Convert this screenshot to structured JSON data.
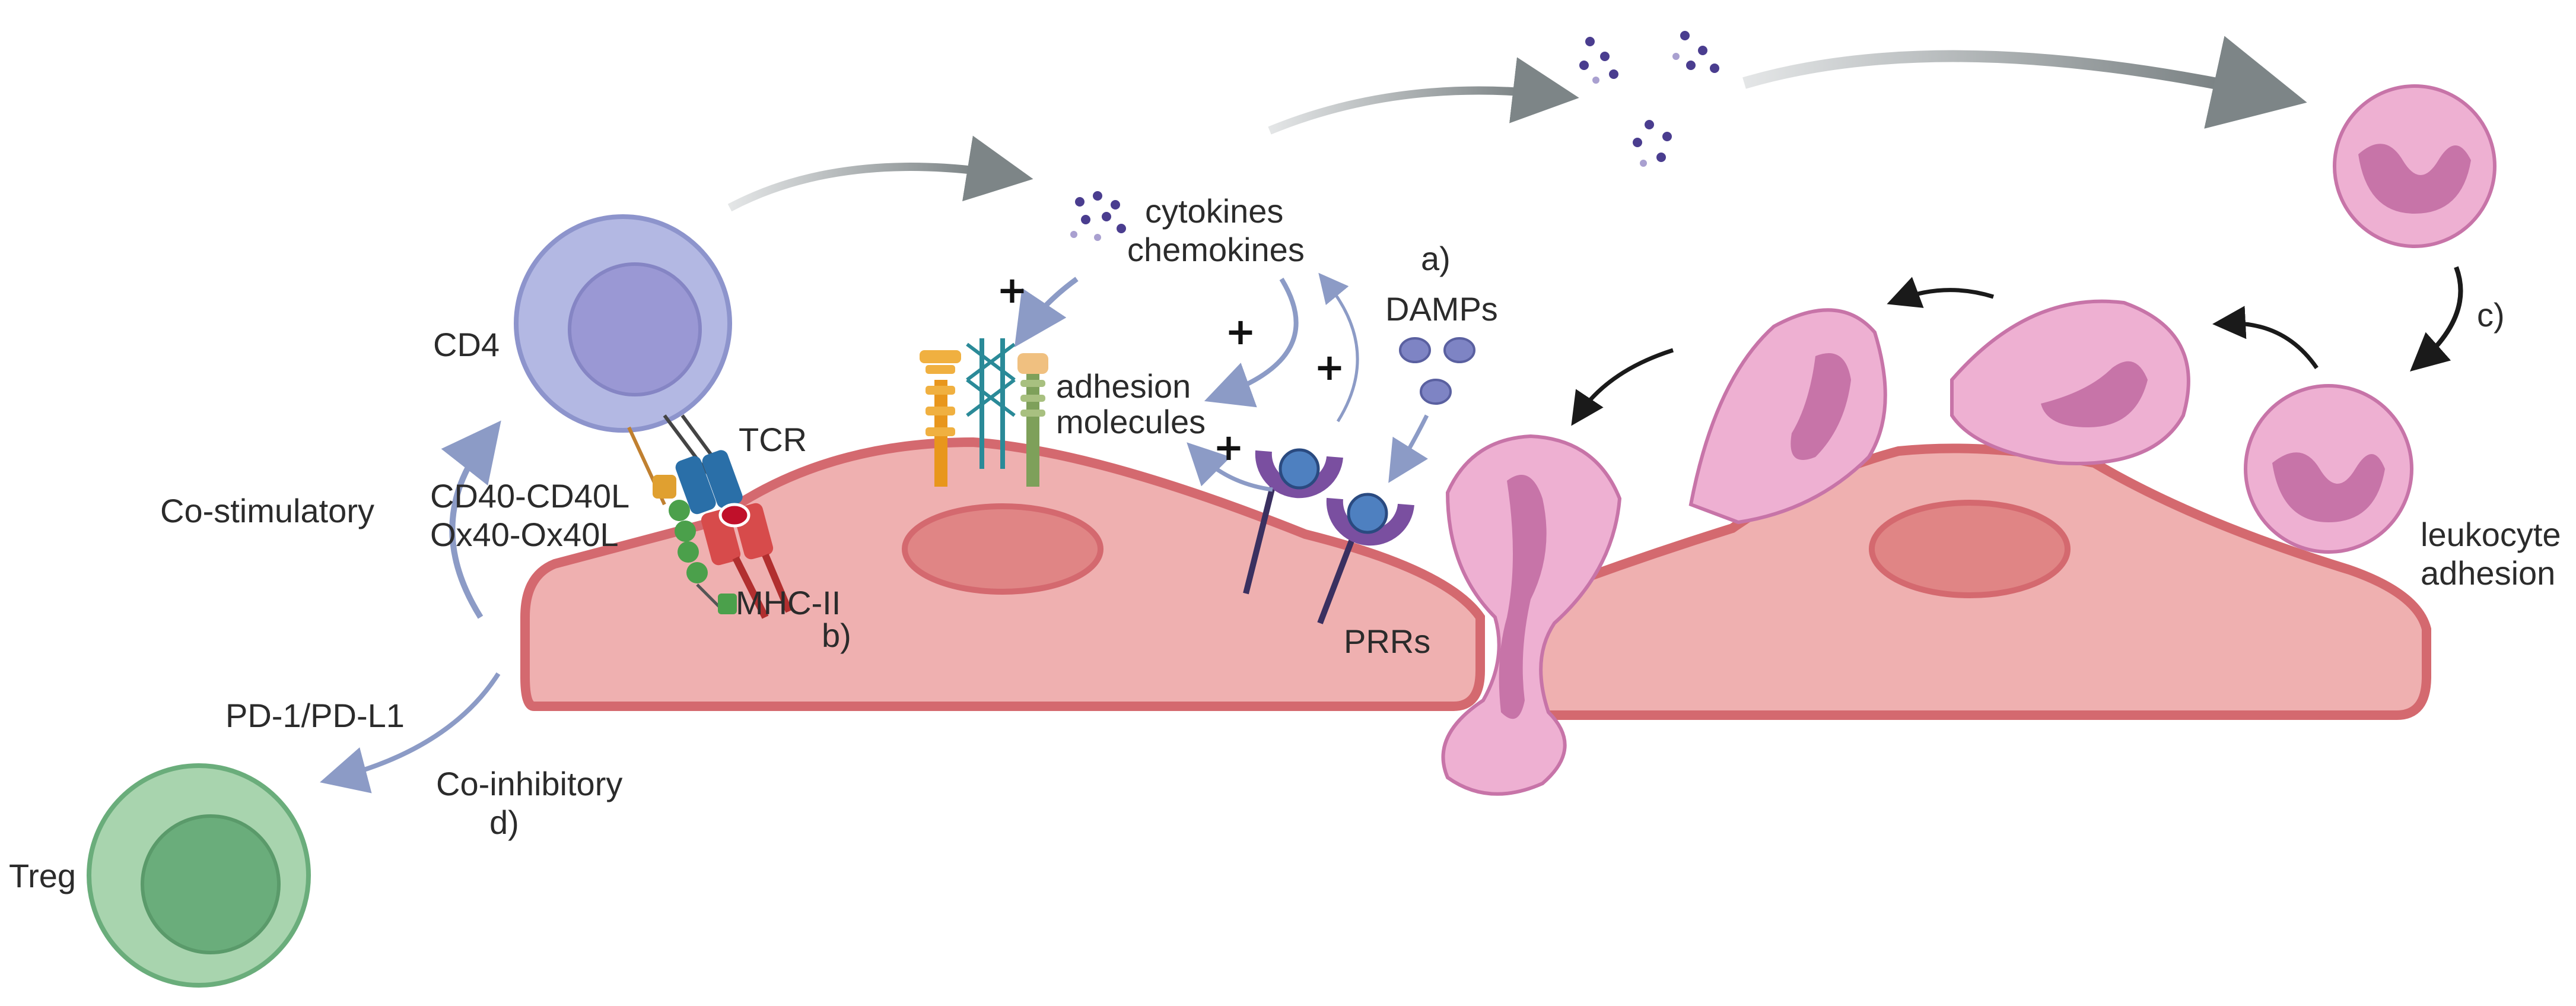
{
  "labels": {
    "cd4": "CD4",
    "tcr": "TCR",
    "mhc": "MHC-II",
    "b": "b)",
    "costim": "Co-stimulatory",
    "cd40": "CD40-CD40L",
    "ox40": "Ox40-Ox40L",
    "pd1": "PD-1/PD-L1",
    "coinhib": "Co-inhibitory",
    "d": "d)",
    "treg": "Treg",
    "cytokines": "cytokines",
    "chemokines": "chemokines",
    "a": "a)",
    "damps": "DAMPs",
    "adhesion": "adhesion",
    "molecules": "molecules",
    "prrs": "PRRs",
    "c": "c)",
    "leukocyte": "leukocyte",
    "leuk_adhesion": "adhesion"
  },
  "signs": [
    "+",
    "+",
    "+",
    "+"
  ],
  "colors": {
    "endothelium_fill": "#efb0b0",
    "endothelium_stroke": "#d4696f",
    "nucleus": "#e08585",
    "cd4_cell": "#b3b8e3",
    "cd4_nucleus": "#9a98d4",
    "treg_cell": "#a8d4ae",
    "treg_nucleus": "#6aad7b",
    "leukocyte": "#eeb0d2",
    "leukocyte_nucleus": "#c774a8",
    "arrow_blue": "#8c9bc6",
    "arrow_gray": "#7d8587",
    "arrow_black": "#1a1a1a",
    "cytokine_dot": "#4a3d8f",
    "damp": "#7e84c4",
    "prr": "#7a4fa0"
  }
}
